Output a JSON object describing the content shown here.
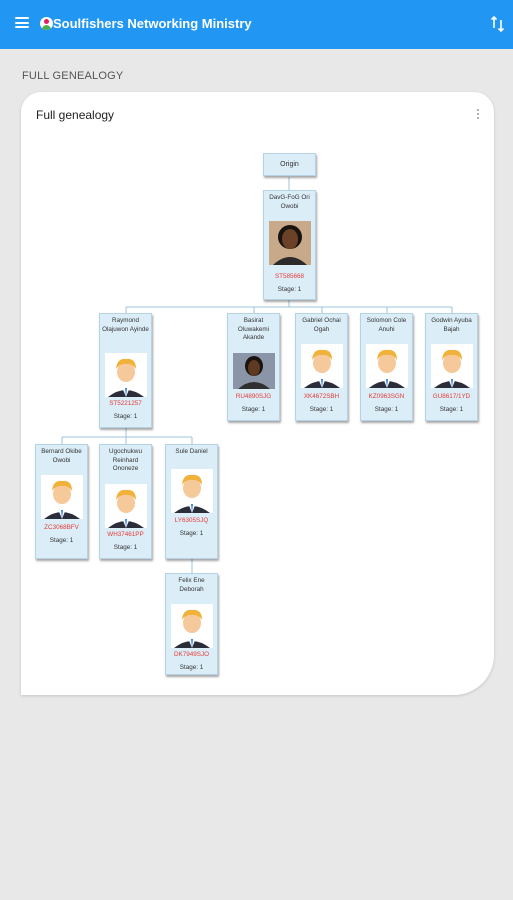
{
  "appbar": {
    "title": "Soulfishers Networking Ministry",
    "menu_icon": "hamburger-menu-icon",
    "logo_icon": "app-logo-icon",
    "sort_icon": "swap-vertical-icon",
    "color": "#2196f3"
  },
  "section_title": "FULL GENEALOGY",
  "card": {
    "title": "Full genealogy",
    "menu_icon": "more-vertical-icon"
  },
  "tree": {
    "origin_label": "Origin",
    "stage_label": "Stage: 1",
    "code_color": "#e53935",
    "members": [
      {
        "name": "DavG-FoG Ori Owobi",
        "code": "ST585668",
        "photo": "woman-photo"
      },
      {
        "name": "Raymond Olajuwon Ayinde",
        "code": "ST5221257",
        "photo": "avatar-cartoon-man"
      },
      {
        "name": "Basirat Oluwakemi Akande",
        "code": "RU4890SJG",
        "photo": "woman-photo"
      },
      {
        "name": "Gabriel Ochai Ogah",
        "code": "XK4672SBH",
        "photo": "avatar-cartoon-man"
      },
      {
        "name": "Solomon Cole Anuhi",
        "code": "KZ0963SGN",
        "photo": "avatar-cartoon-man"
      },
      {
        "name": "Godwin Ayuba Bajah",
        "code": "GU8617/1YD",
        "photo": "avatar-cartoon-man"
      },
      {
        "name": "Bernard Okibe Owobi",
        "code": "ZC3068BFV",
        "photo": "avatar-cartoon-man"
      },
      {
        "name": "Ugochukwu Reinhard Ononeze",
        "code": "WH37461PP",
        "photo": "avatar-cartoon-man"
      },
      {
        "name": "Sule Daniel",
        "code": "LY6305SJQ",
        "photo": "avatar-cartoon-man"
      },
      {
        "name": "Felix Ene Deborah",
        "code": "DK7949SJO",
        "photo": "avatar-cartoon-man"
      }
    ]
  }
}
